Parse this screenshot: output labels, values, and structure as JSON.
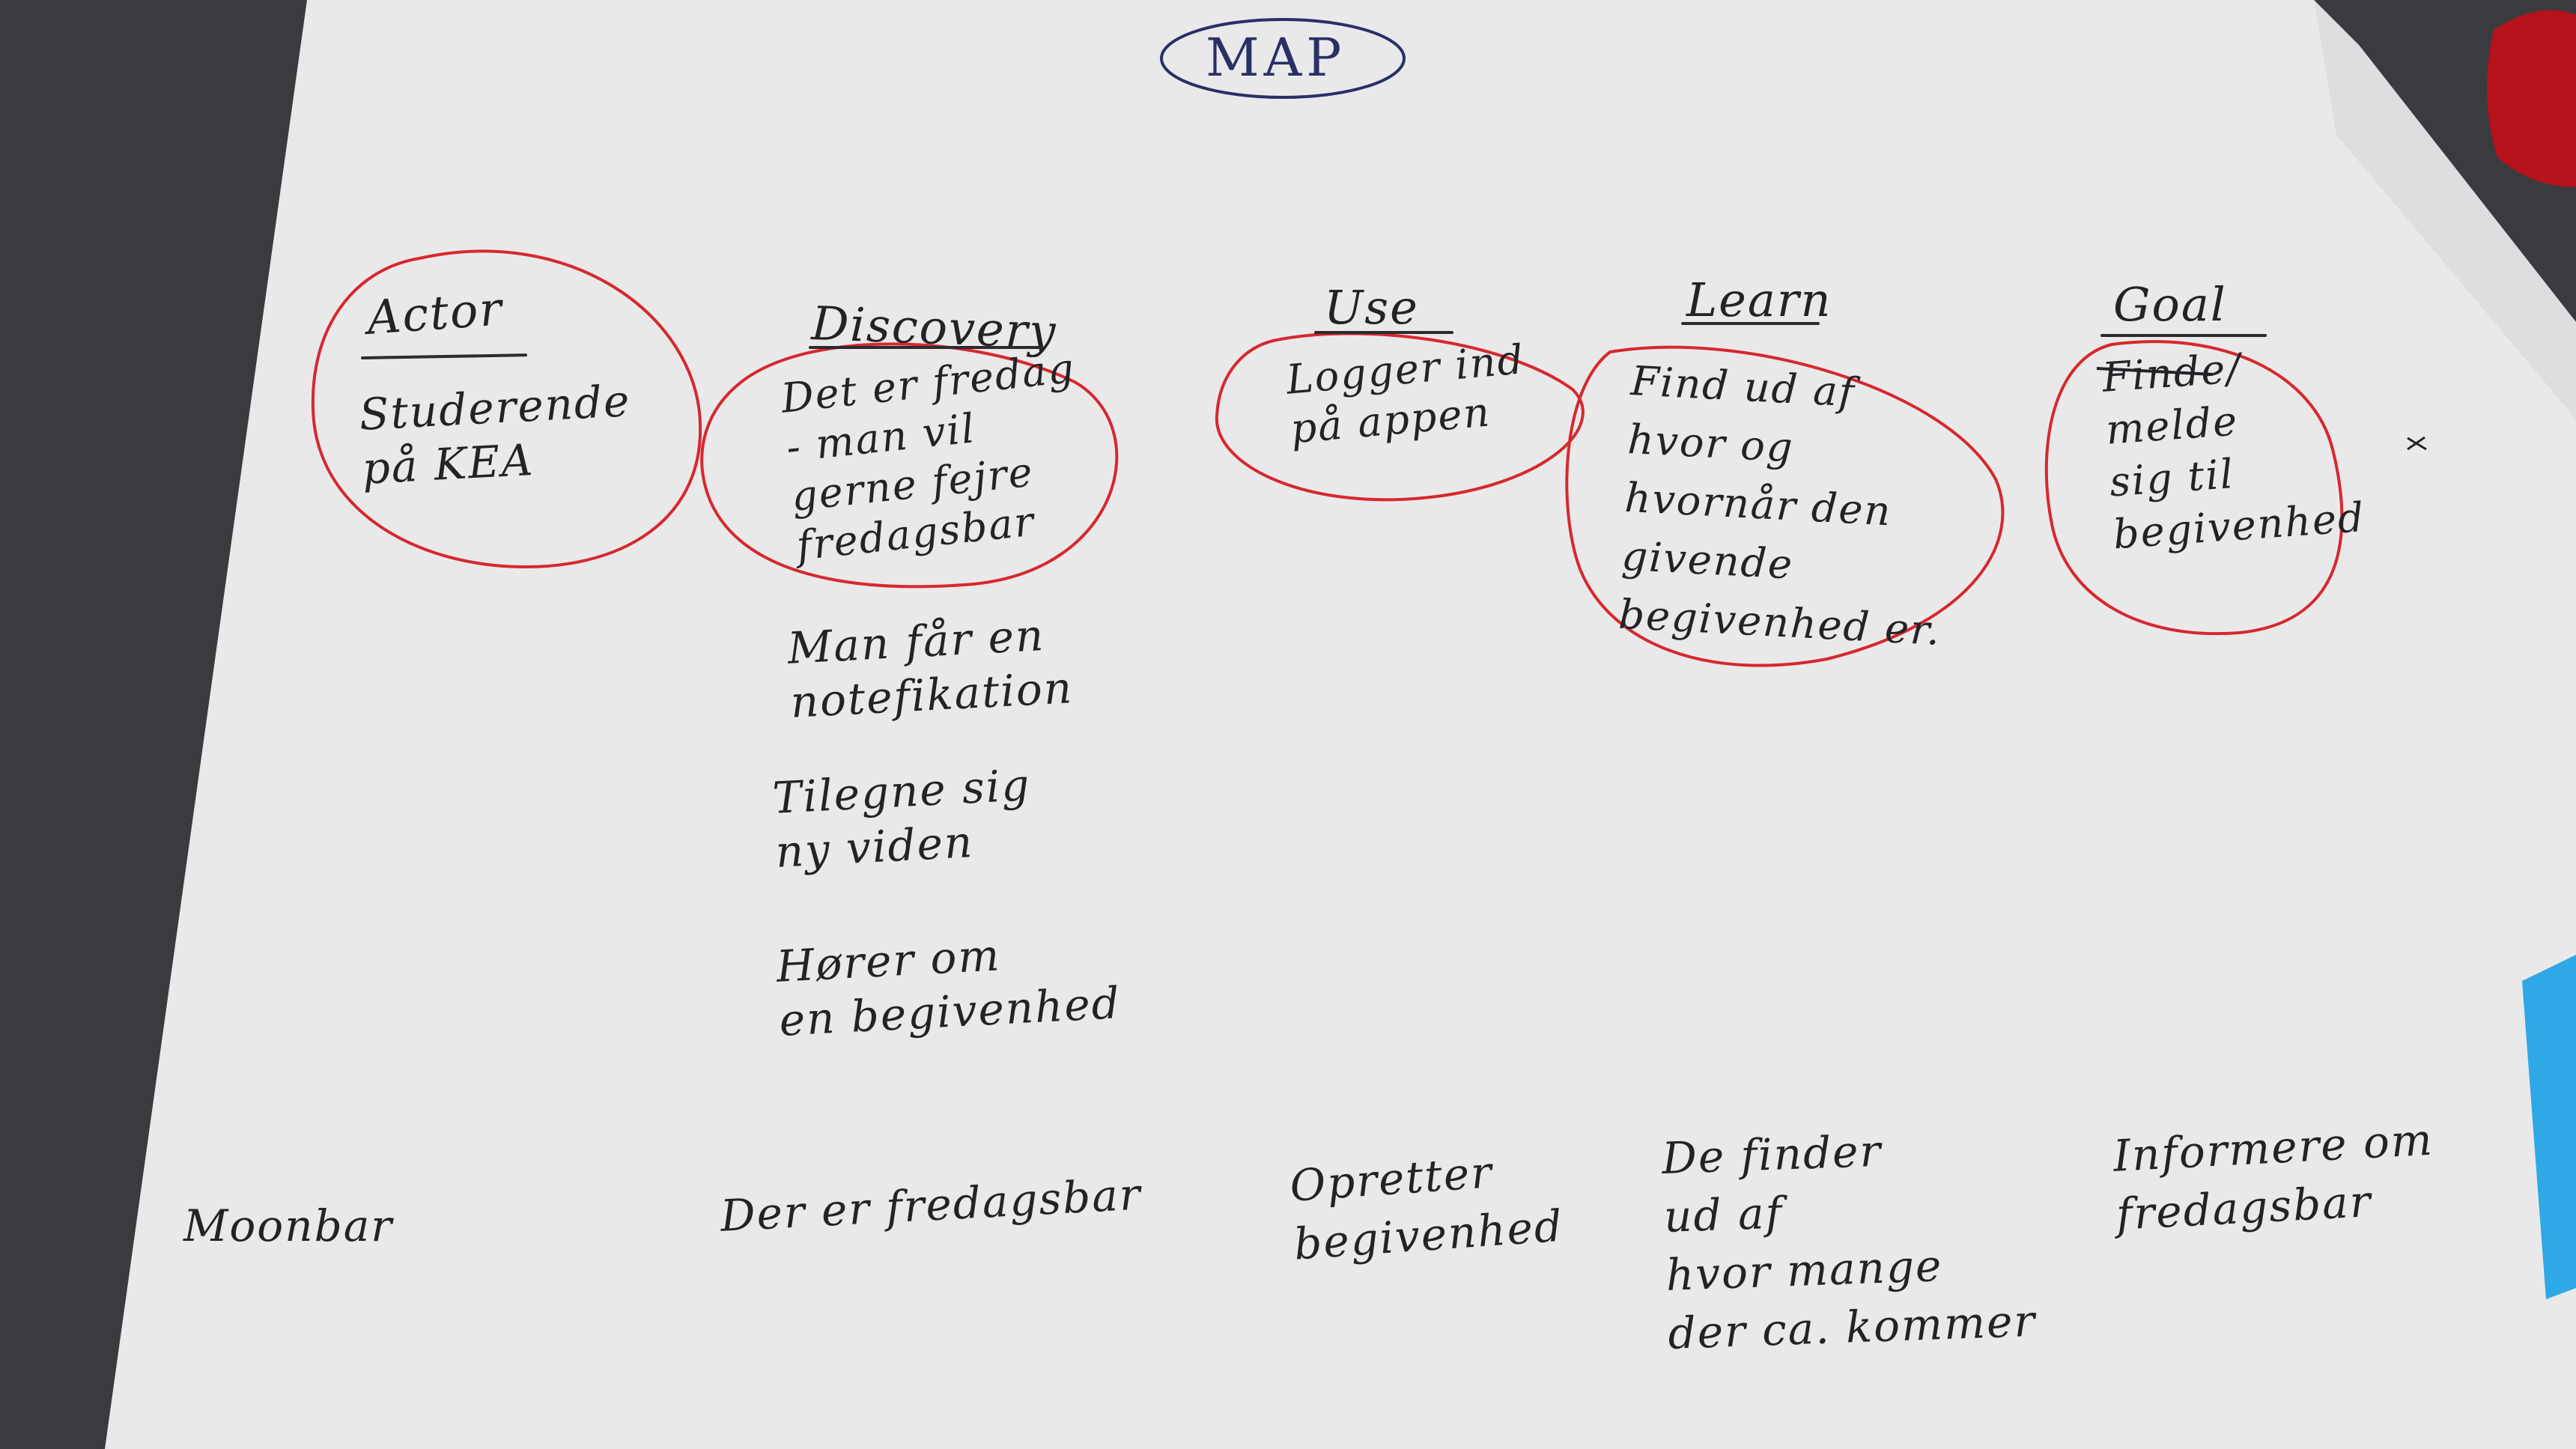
{
  "map_title": "MAP",
  "columns": [
    {
      "header": "Actor",
      "circled_text": "Studerende\npå KEA"
    },
    {
      "header": "Discovery",
      "circled_text": "Det er fredag\n- man vil\ngerne fejre\nfredagsbar"
    },
    {
      "header": "Use",
      "circled_text": "Logger ind\npå appen"
    },
    {
      "header": "Learn",
      "circled_text": "Find ud af\nhvor og\nhvornår den\ngivende\nbegivenhed er."
    },
    {
      "header": "Goal",
      "circled_text": "Finde/\nmelde\nsig til\nbegivenhed"
    }
  ],
  "discovery_notes": [
    "Man får en\nnotefikation",
    "Tilegne sig\nny viden",
    "Hører om\nen begivenhed"
  ],
  "bottom_row": [
    "Moonbar",
    "Der er fredagsbar",
    "Opretter\nbegivenhed",
    "De finder\nud af\nhvor mange\nder ca. kommer",
    "Informere om\nfredagsbar"
  ],
  "colors": {
    "background": "#3a3b3e",
    "paper": "#e9e9ea",
    "ink": "#232327",
    "title_ink": "#2a2f66",
    "circle_ink": "#d6282e",
    "sticky_note": "#2fa8e6",
    "red_object": "#b5121c"
  }
}
